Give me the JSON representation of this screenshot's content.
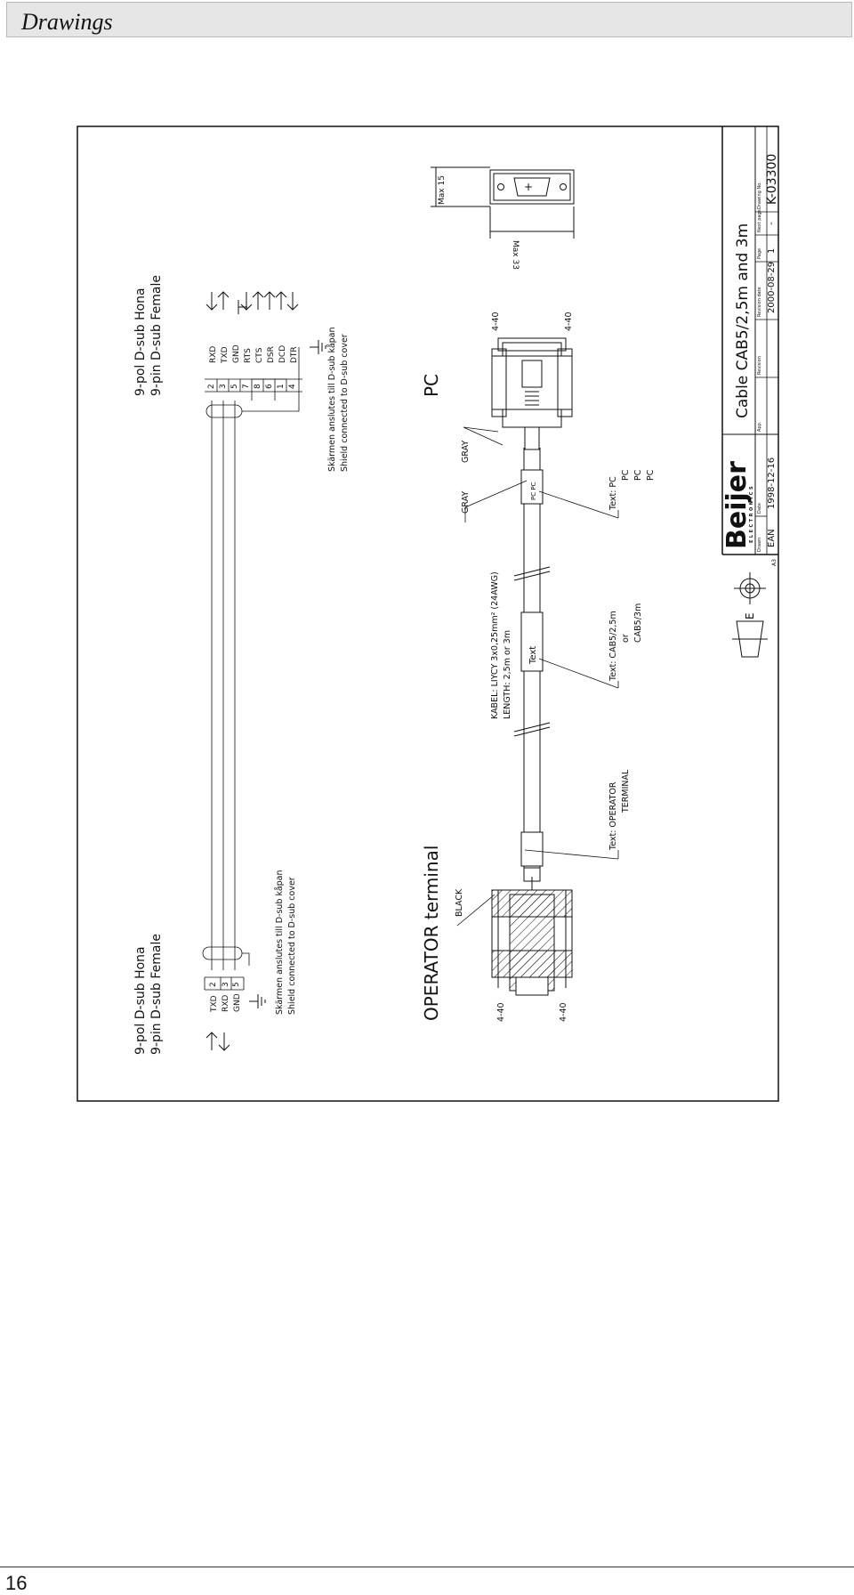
{
  "header": {
    "title": "Drawings"
  },
  "footer": {
    "page_number": "16"
  },
  "drawing": {
    "left_connector": {
      "title_line1": "9-pol D-sub Hona",
      "title_line2": "9-pin D-sub Female",
      "signals": [
        "TXD",
        "RXD",
        "GND"
      ],
      "pins": [
        "2",
        "3",
        "5"
      ],
      "shield_sv": "Skärmen anslutes till D-sub kåpan",
      "shield_en": "Shield connected to D-sub cover"
    },
    "right_connector": {
      "title_line1": "9-pol D-sub Hona",
      "title_line2": "9-pin D-sub Female",
      "signals": [
        "RXD",
        "TXD",
        "GND",
        "RTS",
        "CTS",
        "DSR",
        "DCD",
        "DTR"
      ],
      "pins": [
        "2",
        "3",
        "5",
        "7",
        "8",
        "6",
        "1",
        "4"
      ],
      "shield_sv": "Skärmen anslutes till D-sub kåpan",
      "shield_en": "Shield connected to D-sub cover"
    },
    "operator_label": "OPERATOR terminal",
    "pc_label": "PC",
    "black_label": "BLACK",
    "gray_label": "GRAY",
    "screw_label": "4-40",
    "cable_line1": "KABEL: LIYCY 3x0,25mm² (24AWG)",
    "cable_line2": "LENGTH: 2,5m or 3m",
    "sleeve_text": "Text",
    "pc_sleeve": "PC PC",
    "text_operator": [
      "Text: OPERATOR",
      "TERMINAL"
    ],
    "text_cab": [
      "Text: CAB5/2,5m",
      "or",
      "CAB5/3m"
    ],
    "text_pc": [
      "Text: PC",
      "PC",
      "PC",
      "PC"
    ],
    "dimension_max15": "Max 15",
    "dimension_max33": "Max 33",
    "title_block": {
      "title": "Cable CAB5/2,5m and 3m",
      "brand": "Beijer",
      "brand_sub": "ELECTRONICS",
      "drawn_label": "Drawn",
      "drawn_value": "EAN",
      "date_label": "Date",
      "date_value": "1998-12-16",
      "app_label": "App.",
      "revision_label": "Revision",
      "revision_date_label": "Revision date",
      "revision_date_value": "2000-08-29",
      "page_label": "Page",
      "page_value": "1",
      "next_page_label": "Next page",
      "next_page_value": "-",
      "drawing_no_label": "Drawing No.",
      "drawing_no_value": "K-03300",
      "size": "A3",
      "projection": "E"
    }
  }
}
